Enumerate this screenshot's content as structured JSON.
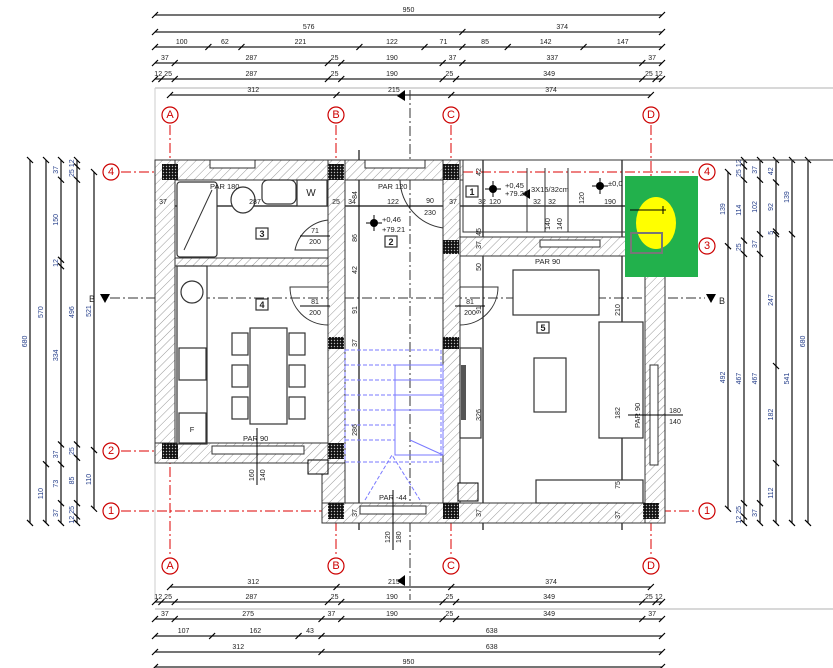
{
  "dimensions": {
    "top": [
      [
        950
      ],
      [
        576,
        374
      ],
      [
        100,
        62,
        221,
        122,
        71,
        85,
        142,
        147
      ],
      [
        37,
        287,
        25,
        190,
        37,
        337,
        37
      ],
      [
        12,
        25,
        287,
        25,
        190,
        25,
        349,
        25,
        12
      ],
      [
        312,
        215,
        374
      ]
    ],
    "bottom": [
      [
        312,
        215,
        374
      ],
      [
        12,
        25,
        287,
        25,
        190,
        25,
        349,
        25,
        12
      ],
      [
        37,
        275,
        37,
        190,
        25,
        349,
        37
      ],
      [
        107,
        162,
        43,
        638
      ],
      [
        312,
        638
      ],
      [
        950
      ]
    ],
    "left": [
      [
        680
      ],
      [
        570,
        110
      ],
      [
        37,
        150,
        12,
        334,
        37,
        73,
        37
      ],
      [
        12,
        25,
        496,
        25,
        85,
        25,
        12
      ],
      [
        521,
        110
      ]
    ],
    "right": [
      [
        139,
        492
      ],
      [
        12,
        25,
        114,
        25,
        467,
        25,
        12
      ],
      [
        37,
        102,
        37,
        467,
        37
      ],
      [
        42,
        92,
        5,
        247,
        182,
        112
      ],
      [
        139,
        541
      ],
      [
        680
      ]
    ]
  },
  "grid": {
    "columns": [
      "A",
      "B",
      "C",
      "D"
    ],
    "rows": [
      "4",
      "3",
      "2",
      "1"
    ],
    "section_label": "B"
  },
  "rooms": [
    "1",
    "2",
    "3",
    "4",
    "5"
  ],
  "labels": {
    "par180": "PAR 180",
    "par120": "PAR 120",
    "par90_living": "PAR 90",
    "par90_kitchen": "PAR 90",
    "par_minus44": "PAR -44",
    "par90_window": "PAR 90",
    "washer": "W",
    "fridge": "F",
    "stairs_spec": "3X15/32cm"
  },
  "levels": {
    "hall_rel": "+0,46",
    "hall_abs": "+79.21",
    "porch_rel": "+0,45",
    "porch_abs": "+79.20",
    "outside_rel": "±0,0"
  },
  "openings": {
    "bath_door_w": "71",
    "bath_door_h": "200",
    "kitchen_door_w": "81",
    "kitchen_door_h": "200",
    "living_door_w": "81",
    "living_door_h": "200",
    "entry_door_w": "90",
    "entry_door_h": "230",
    "living_win_w": "180",
    "living_win_h": "140",
    "kitchen_win_w": "160",
    "kitchen_win_h": "140",
    "stair_win_w": "120",
    "stair_win_h": "180"
  },
  "inner_dims": {
    "h_row": [
      "37",
      "287",
      "25",
      "34",
      "122",
      "37",
      "32",
      "120",
      "32",
      "32",
      "190"
    ],
    "v_hall": [
      "84",
      "86",
      "42",
      "91",
      "37",
      "286",
      "37"
    ],
    "v_living": [
      "42",
      "45",
      "37",
      "50",
      "91",
      "326",
      "37"
    ],
    "v_sofa": [
      "210",
      "182",
      "75",
      "37"
    ],
    "v_porch": [
      "120",
      "140",
      "140"
    ]
  },
  "highlight": {
    "box_color": "#22b14c",
    "marker_color": "#ffff00"
  }
}
